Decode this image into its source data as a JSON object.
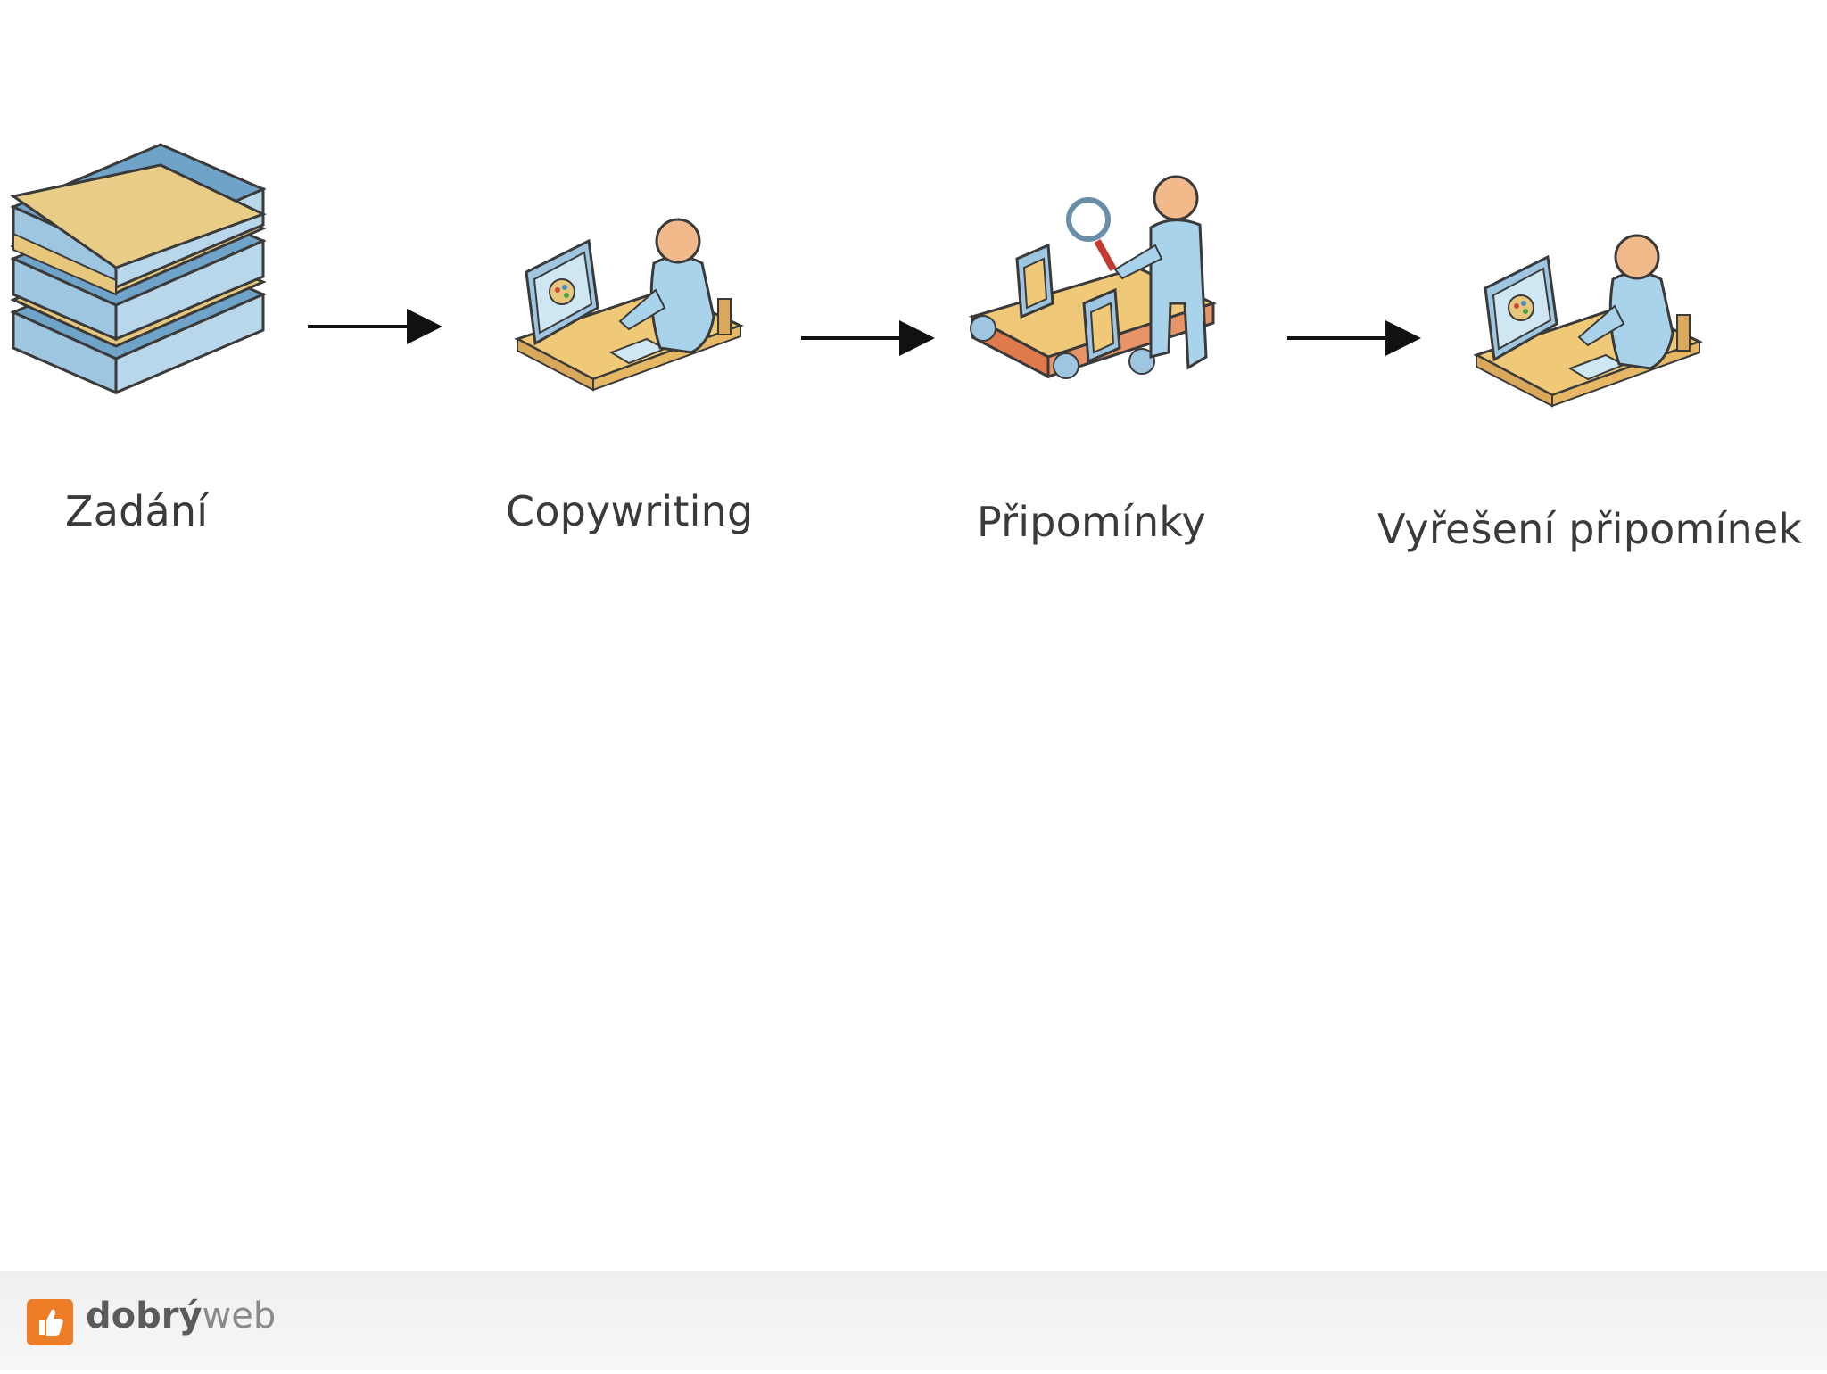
{
  "steps": [
    {
      "label": "Zadání",
      "icon": "stacked-books-icon"
    },
    {
      "label": "Copywriting",
      "icon": "person-at-computer-icon"
    },
    {
      "label": "Připomínky",
      "icon": "inspector-conveyor-icon"
    },
    {
      "label": "Vyřešení připomínek",
      "icon": "person-at-computer-icon"
    }
  ],
  "brand": {
    "name_bold": "dobrý",
    "name_light": "web",
    "color": "#ee7d28"
  },
  "colors": {
    "book_cover": "#e7c77c",
    "book_pages": "#9fc6e0",
    "person_skin": "#f2b98a",
    "person_shirt": "#a9d3ea",
    "desk": "#f0c978",
    "conveyor_belt": "#e07a4c",
    "arrow": "#111111"
  }
}
